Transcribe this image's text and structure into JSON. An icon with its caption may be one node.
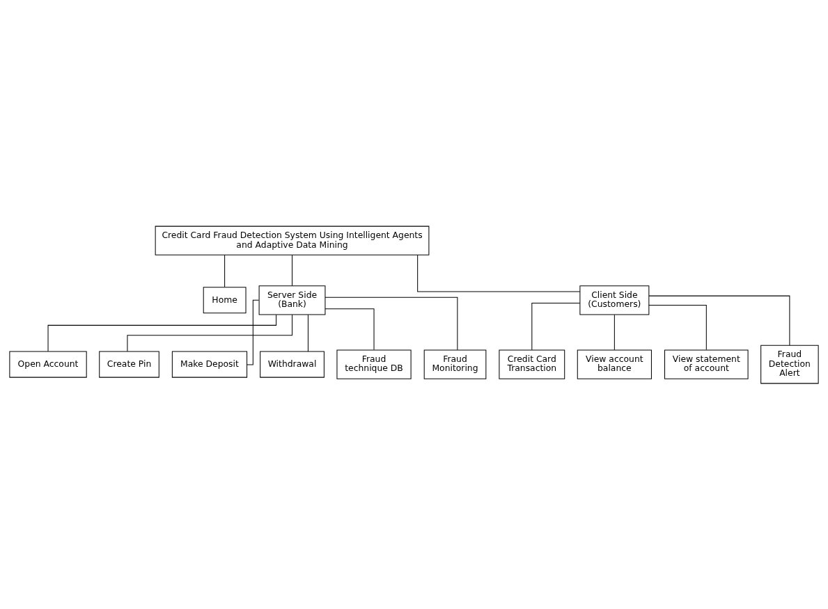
{
  "diagram": {
    "nodes": [
      {
        "text": [
          "Credit Card Fraud Detection System Using Intelligent Agents and Adaptive Data Mining"
        ]
      },
      {
        "text": [
          "Home"
        ]
      },
      {
        "text": [
          "Server Side (Bank)"
        ]
      },
      {
        "text": [
          "Client Side (Customers)"
        ]
      },
      {
        "text": [
          "Open Account"
        ]
      },
      {
        "text": [
          "Create Pin"
        ]
      },
      {
        "text": [
          "Make Deposit"
        ]
      },
      {
        "text": [
          "Withdrawal"
        ]
      },
      {
        "text": [
          "Fraud technique DB"
        ]
      },
      {
        "text": [
          "Fraud Monitoring"
        ]
      },
      {
        "text": [
          "Credit Card Transaction"
        ]
      },
      {
        "text": [
          "View account balance"
        ]
      },
      {
        "text": [
          "View statement of account"
        ]
      },
      {
        "text": [
          "Fraud Detection Alert"
        ]
      }
    ],
    "edges": [
      {
        "from": 0,
        "to": 1,
        "arrow": "none"
      },
      {
        "from": 0,
        "to": 2,
        "arrow": "none"
      },
      {
        "from": 0,
        "to": 3,
        "arrow": "none"
      },
      {
        "from": 2,
        "to": 4,
        "arrow": "none"
      },
      {
        "from": 2,
        "to": 5,
        "arrow": "none"
      },
      {
        "from": 2,
        "to": 6,
        "arrow": "none"
      },
      {
        "from": 2,
        "to": 7,
        "arrow": "none"
      },
      {
        "from": 2,
        "to": 8,
        "arrow": "none"
      },
      {
        "from": 2,
        "to": 9,
        "arrow": "none"
      },
      {
        "from": 3,
        "to": 10,
        "arrow": "none"
      },
      {
        "from": 3,
        "to": 11,
        "arrow": "none"
      },
      {
        "from": 3,
        "to": 12,
        "arrow": "none"
      },
      {
        "from": 3,
        "to": 13,
        "arrow": "none"
      }
    ]
  }
}
